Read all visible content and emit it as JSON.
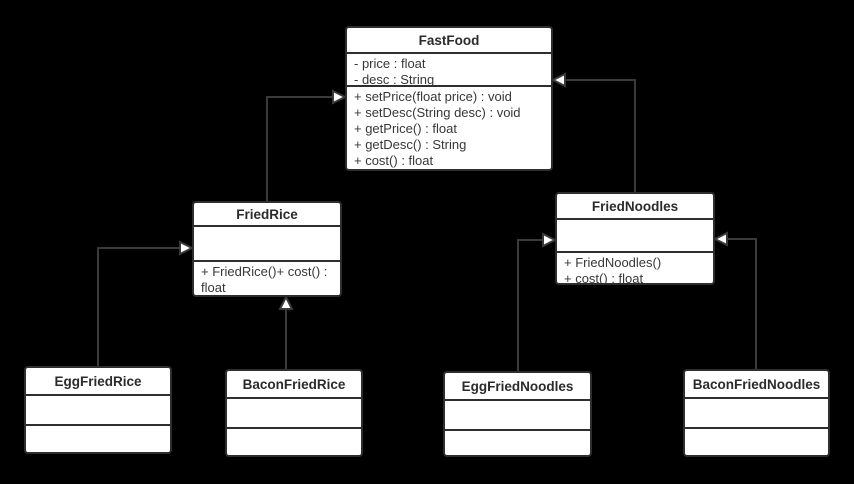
{
  "diagram": {
    "type": "uml-class-diagram",
    "colors": {
      "background": "#000000",
      "box_fill": "#ffffff",
      "box_border": "#2e2e2e",
      "text": "#383838",
      "connector": "#3a3a3a",
      "arrowhead_fill": "#ffffff"
    },
    "classes": [
      {
        "name": "FastFood",
        "attributes": [
          "- price : float",
          "- desc : String"
        ],
        "methods": [
          "+ setPrice(float price) : void",
          "+ setDesc(String desc) : void",
          "+ getPrice() : float",
          "+ getDesc() : String",
          "+ cost() : float"
        ]
      },
      {
        "name": "FriedRice",
        "attributes": [],
        "methods": [
          "+ FriedRice()+ cost() : float"
        ]
      },
      {
        "name": "FriedNoodles",
        "attributes": [],
        "methods": [
          "+ FriedNoodles()",
          "+ cost() : float"
        ]
      },
      {
        "name": "EggFriedRice",
        "attributes": [],
        "methods": []
      },
      {
        "name": "BaconFriedRice",
        "attributes": [],
        "methods": []
      },
      {
        "name": "EggFriedNoodles",
        "attributes": [],
        "methods": []
      },
      {
        "name": "BaconFriedNoodles",
        "attributes": [],
        "methods": []
      }
    ],
    "relationships": [
      {
        "from": "FriedRice",
        "to": "FastFood",
        "type": "inheritance"
      },
      {
        "from": "FriedNoodles",
        "to": "FastFood",
        "type": "inheritance"
      },
      {
        "from": "EggFriedRice",
        "to": "FriedRice",
        "type": "inheritance"
      },
      {
        "from": "BaconFriedRice",
        "to": "FriedRice",
        "type": "inheritance"
      },
      {
        "from": "EggFriedNoodles",
        "to": "FriedNoodles",
        "type": "inheritance"
      },
      {
        "from": "BaconFriedNoodles",
        "to": "FriedNoodles",
        "type": "inheritance"
      }
    ]
  }
}
